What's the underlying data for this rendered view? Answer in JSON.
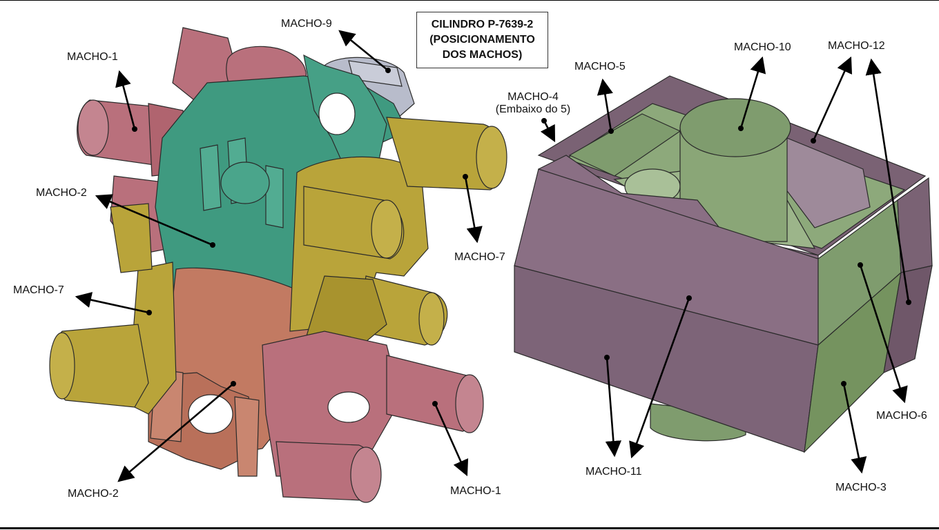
{
  "title": {
    "line1": "CILINDRO P-7639-2",
    "line2": "(POSICIONAMENTO",
    "line3": "DOS MACHOS)"
  },
  "labels": {
    "m1_top": "MACHO-1",
    "m9": "MACHO-9",
    "m2_mid": "MACHO-2",
    "m7_left": "MACHO-7",
    "m7_right": "MACHO-7",
    "m2_bottom": "MACHO-2",
    "m1_bottom": "MACHO-1",
    "m10": "MACHO-10",
    "m12": "MACHO-12",
    "m5": "MACHO-5",
    "m4": "MACHO-4",
    "m4_note": "(Embaixo do 5)",
    "m11": "MACHO-11",
    "m6": "MACHO-6",
    "m3": "MACHO-3"
  },
  "colors": {
    "pink": "#b9707c",
    "green": "#3f9a80",
    "yellow": "#b9a43a",
    "orange": "#c27a62",
    "silver": "#b8bccb",
    "purple": "#8a6f84",
    "sage": "#7f9c6e"
  }
}
